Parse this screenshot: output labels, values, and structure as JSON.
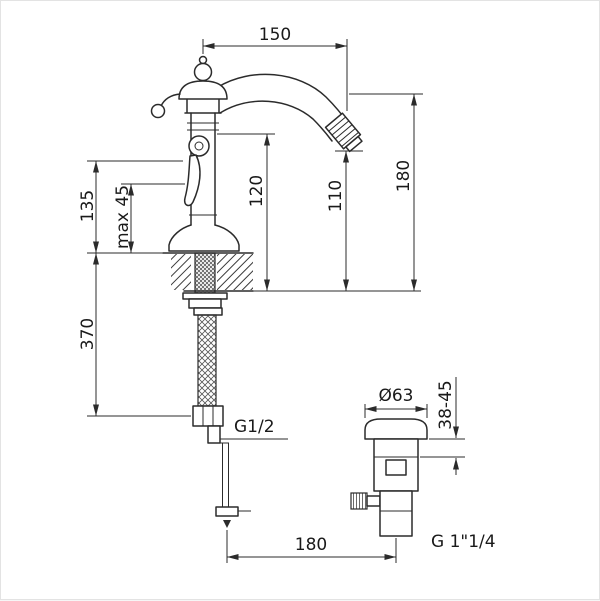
{
  "colors": {
    "line": "#2b2b2b",
    "background": "#ffffff"
  },
  "drawing": {
    "labels": {
      "top_width": "150",
      "total_height": "180",
      "body_height": "135",
      "max_thickness": "max 45",
      "spout_height": "120",
      "outlet_height": "110",
      "hose_length": "370",
      "inlet_thread": "G1/2",
      "drain_diameter": "Ø63",
      "mount_thickness": "38-45",
      "bottom_offset": "180",
      "drain_thread": "G 1\"1/4"
    }
  }
}
